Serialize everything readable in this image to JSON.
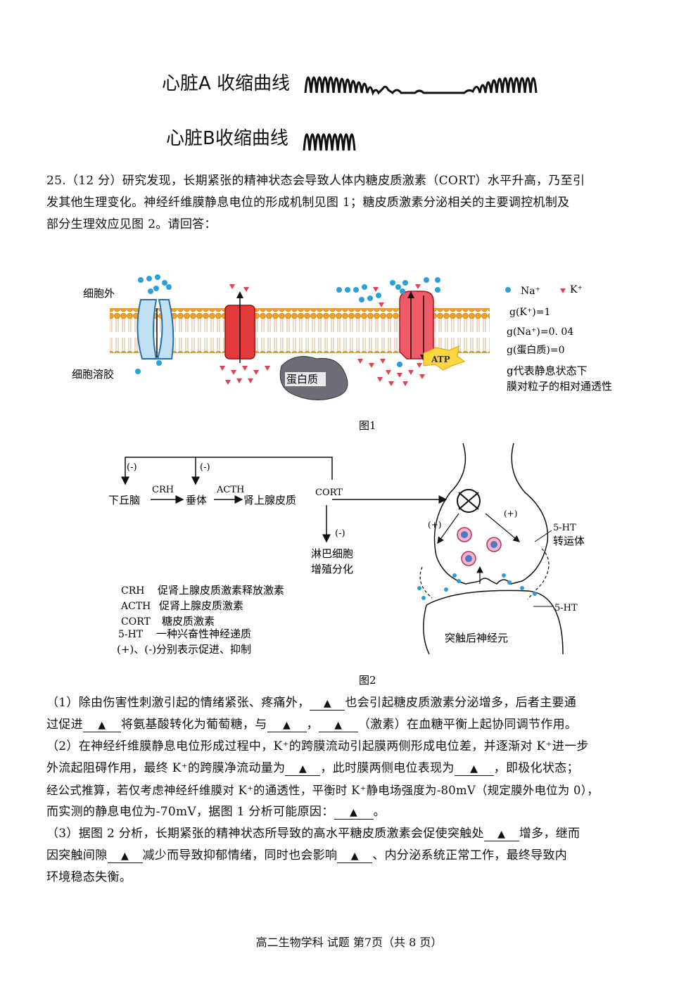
{
  "heart_curves": {
    "a_label": "心脏A 收缩曲线",
    "b_label": "心脏B收缩曲线"
  },
  "q25": {
    "stem_line1": "25.（12 分）研究发现，长期紧张的精神状态会导致人体内糖皮质激素（CORT）水平升高，乃至引",
    "stem_line2": "发其他生理变化。神经纤维膜静息电位的形成机制见图 1；糖皮质激素分泌相关的主要调控机制及",
    "stem_line3": "部分生理效应见图 2。请回答："
  },
  "fig1": {
    "extracellular": "细胞外",
    "cytosol": "细胞溶胶",
    "protein": "蛋白质",
    "atp": "ATP",
    "legend_na": "Na⁺",
    "legend_k": "K⁺",
    "g_k": "g(K⁺)=1",
    "g_na": "g(Na⁺)=0. 04",
    "g_protein": "g(蛋白质)=0",
    "g_note_1": "g代表静息状态下",
    "g_note_2": "膜对粒子的相对通透性",
    "caption": "图1"
  },
  "fig2": {
    "hypothalamus": "下丘脑",
    "pituitary": "垂体",
    "adrenal_cortex": "肾上腺皮质",
    "crh": "CRH",
    "acth": "ACTH",
    "cort": "CORT",
    "minus": "(-)",
    "plus": "(+)",
    "lymph_1": "淋巴细胞",
    "lymph_2": "增殖分化",
    "transporter_1": "5-HT",
    "transporter_2": "转运体",
    "ht_label": "5-HT",
    "postsynaptic": "突触后神经元",
    "legend": [
      {
        "abbr": "CRH",
        "desc": "促肾上腺皮质激素释放激素"
      },
      {
        "abbr": "ACTH",
        "desc": "促肾上腺皮质激素"
      },
      {
        "abbr": "CORT",
        "desc": "糖皮质激素"
      },
      {
        "abbr": "5-HT",
        "desc": "一种兴奋性神经递质"
      }
    ],
    "legend_last": "(+)、(-)分别表示促进、抑制",
    "caption": "图2"
  },
  "questions": {
    "blank": "▲",
    "q1_a": "（1）除由伤害性刺激引起的情绪紧张、疼痛外，",
    "q1_b": "也会引起糖皮质激素分泌增多，后者主要通",
    "q1_c": "过促进",
    "q1_d": "将氨基酸转化为葡萄糖，与",
    "q1_e": "，",
    "q1_f": "（激素）在血糖平衡上起协同调节作用。",
    "q2_a": "（2）在神经纤维膜静息电位形成过程中，K⁺的跨膜流动引起膜两侧形成电位差，并逐渐对 K⁺进一步",
    "q2_b": "外流起阻碍作用，最终 K⁺的跨膜净流动量为",
    "q2_c": "，此时膜两侧电位表现为",
    "q2_d": "，即极化状态；",
    "q2_e": "经公式推算，若仅考虑神经纤维膜对 K⁺的通透性，平衡时 K⁺静电场强度为-80mV（规定膜外电位为 0），",
    "q2_f": "而实测的静息电位为-70mV，据图 1 分析可能原因：",
    "q2_g": "。",
    "q3_a": "（3）据图 2 分析，长期紧张的精神状态所导致的高水平糖皮质激素会促使突触处",
    "q3_b": "增多，继而",
    "q3_c": "因突触间隙",
    "q3_d": "减少而导致抑郁情绪，同时也会影响",
    "q3_e": "、内分泌系统正常工作，最终导致内",
    "q3_f": "环境稳态失衡。"
  },
  "footer": "高二生物学科 试题 第7页（共 8 页）"
}
